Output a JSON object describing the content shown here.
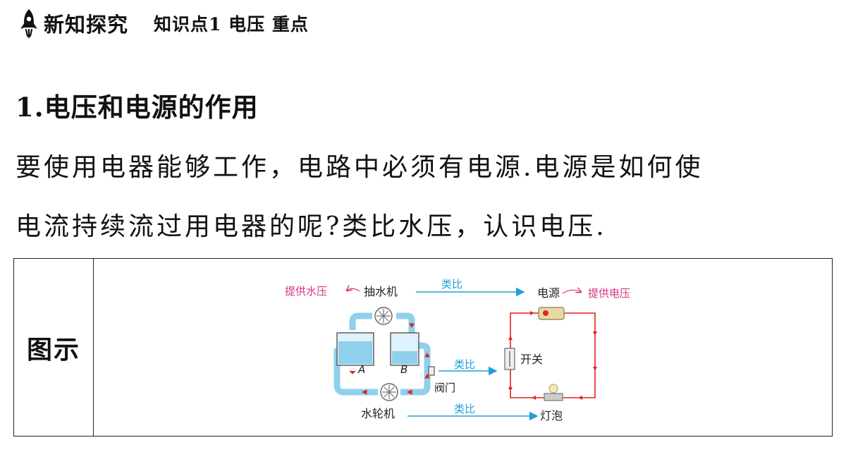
{
  "header": {
    "title": "新知探究",
    "subtitle": "知识点1  电压  重点",
    "icon": "rocket-icon"
  },
  "section": {
    "title": "1.电压和电源的作用"
  },
  "paragraph": {
    "line1": "要使用电器能够工作，电路中必须有电源.电源是如何使",
    "line2": "电流持续流过用电器的呢?类比水压，认识电压."
  },
  "table": {
    "label": "图示"
  },
  "diagram": {
    "water_pressure": "提供水压",
    "pump": "抽水机",
    "analogy": "类比",
    "power_source": "电源",
    "voltage": "提供电压",
    "container_a": "A",
    "container_b": "B",
    "valve": "阀门",
    "switch": "开关",
    "turbine": "水轮机",
    "bulb": "灯泡",
    "colors": {
      "pink": "#d6357e",
      "blue": "#1fa0d8",
      "red": "#e1251b"
    }
  }
}
